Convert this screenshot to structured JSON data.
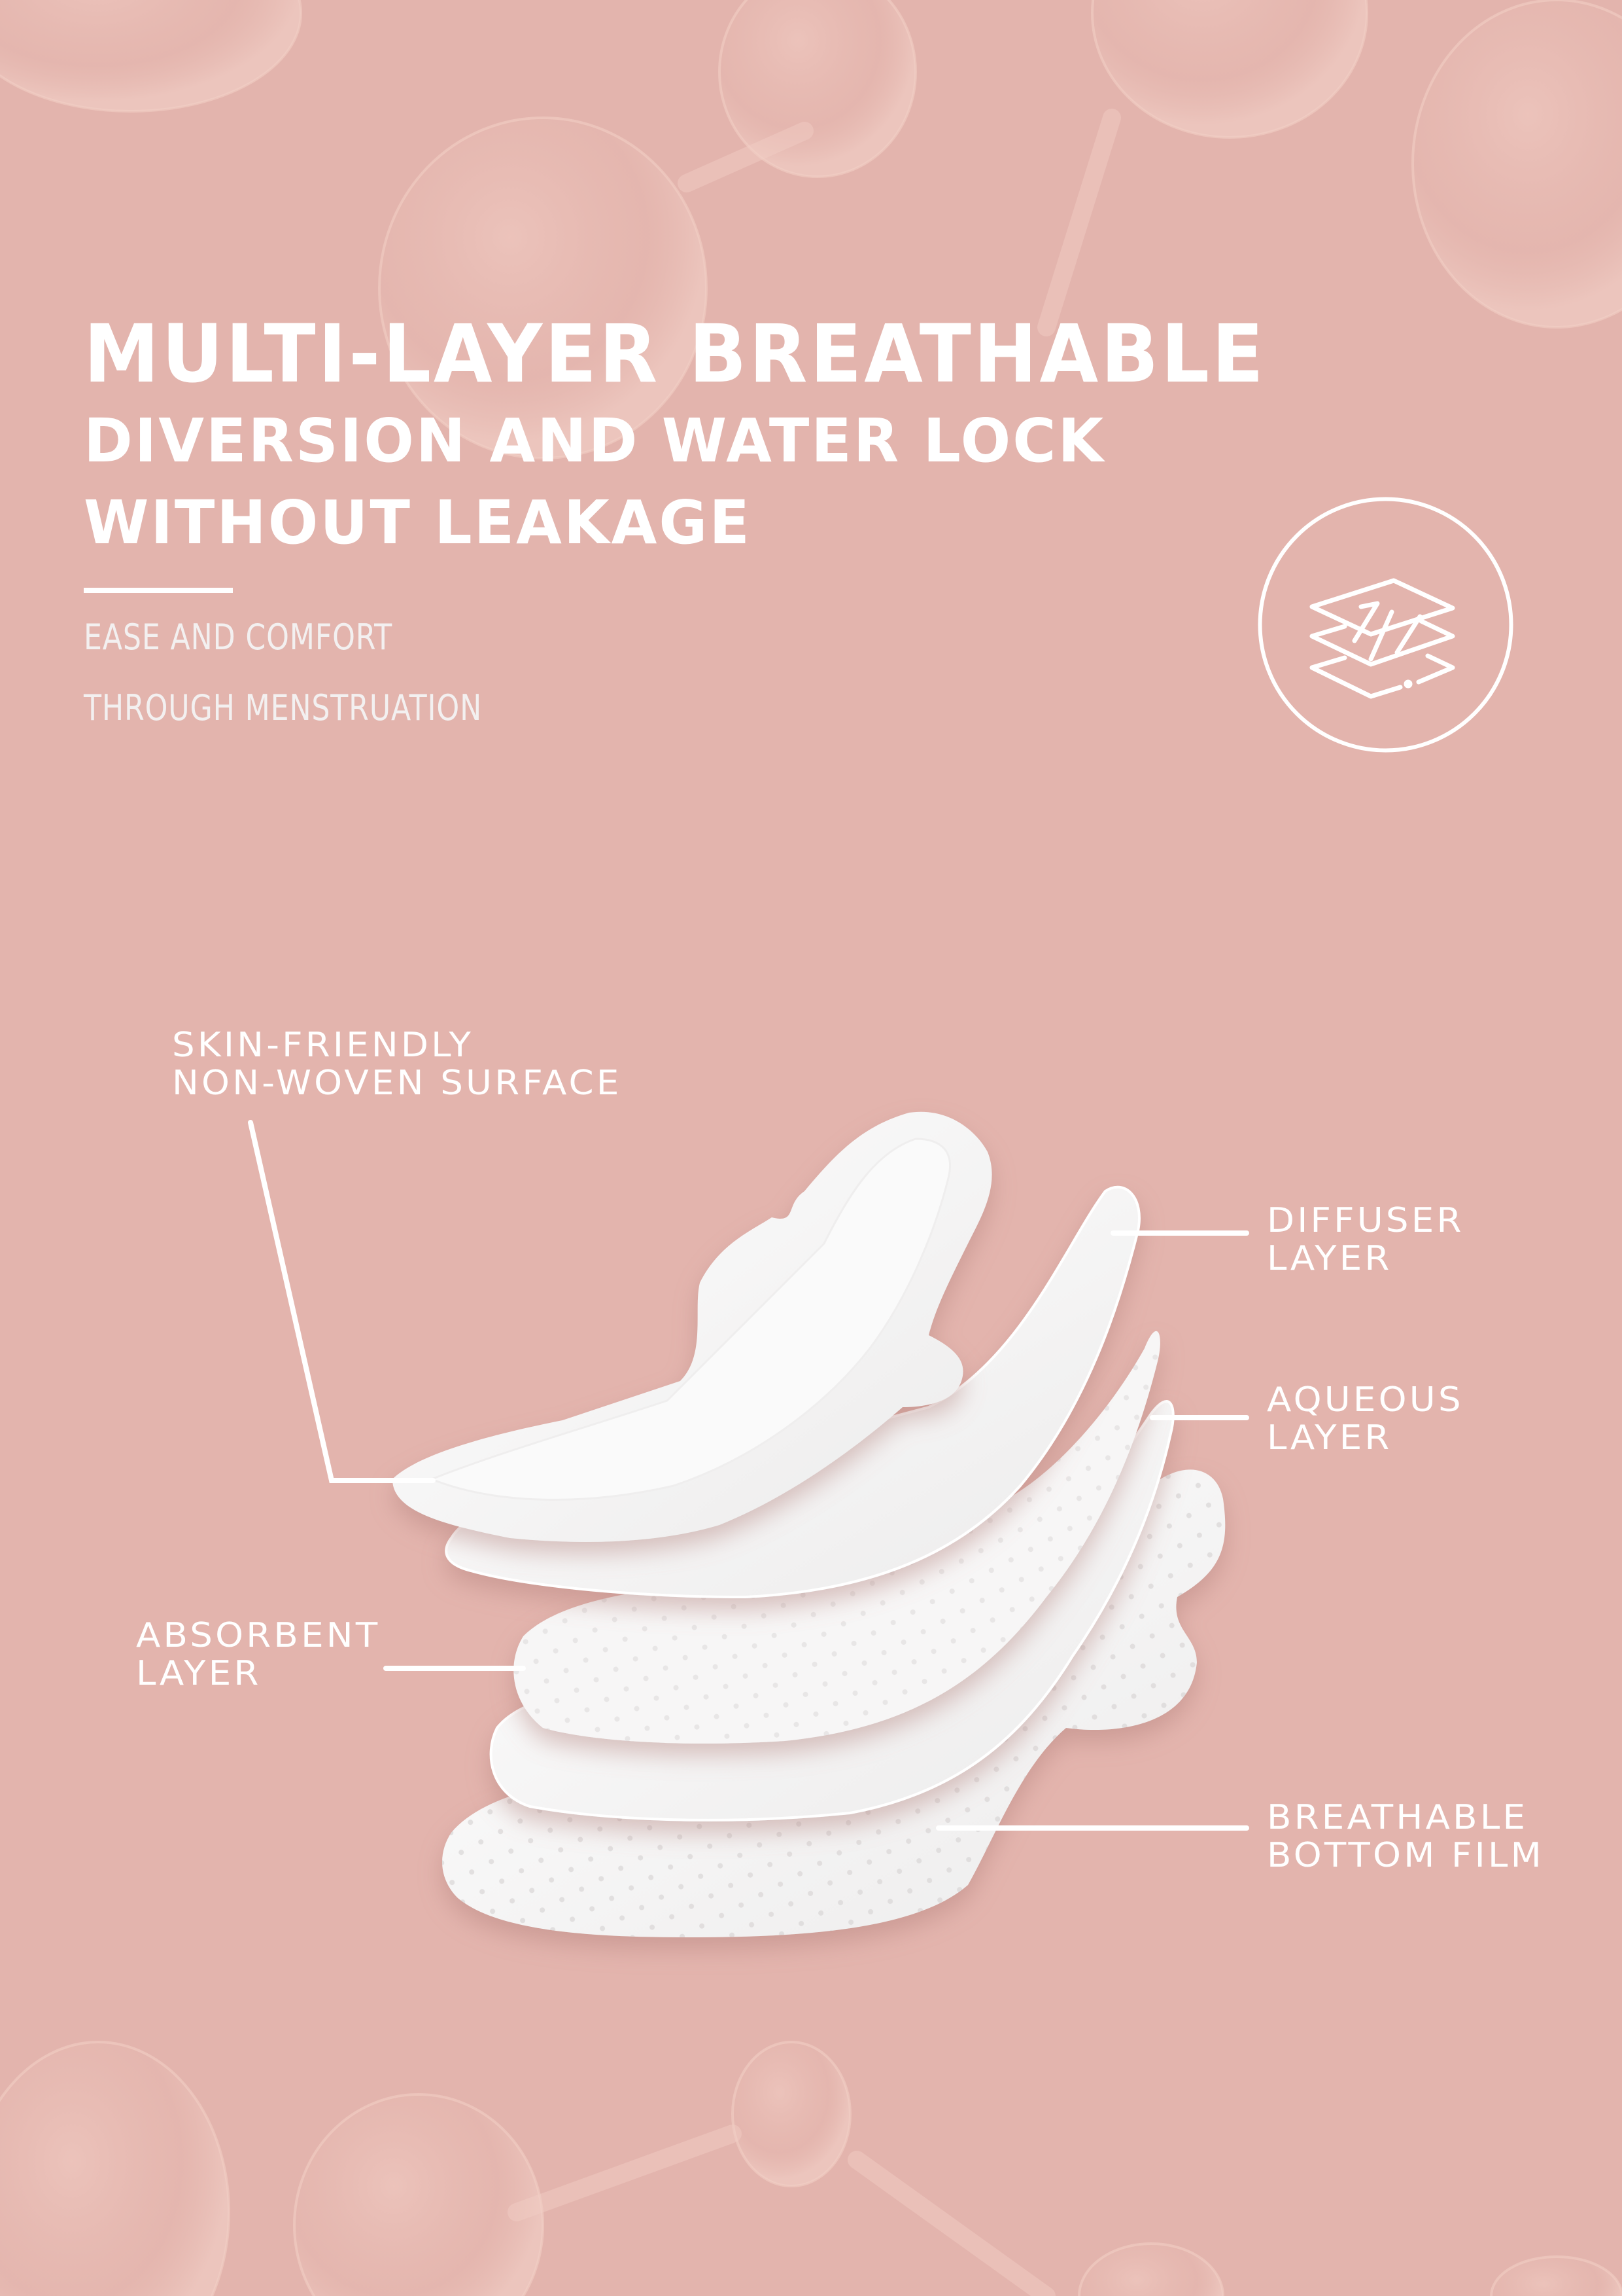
{
  "headline": {
    "line1": "MULTI-LAYER BREATHABLE",
    "line2": "DIVERSION AND WATER LOCK",
    "line3": "WITHOUT LEAKAGE"
  },
  "subheadline": {
    "line1": "EASE AND COMFORT",
    "line2": "THROUGH MENSTRUATION"
  },
  "badge": {
    "icon": "layers-icon"
  },
  "callouts": [
    {
      "id": "skin-friendly",
      "line1": "SKIN-FRIENDLY",
      "line2": "NON-WOVEN SURFACE"
    },
    {
      "id": "diffuser",
      "line1": "DIFFUSER",
      "line2": "LAYER"
    },
    {
      "id": "aqueous",
      "line1": "AQUEOUS",
      "line2": "LAYER"
    },
    {
      "id": "absorbent",
      "line1": "ABSORBENT",
      "line2": "LAYER"
    },
    {
      "id": "bottom-film",
      "line1": "BREATHABLE",
      "line2": "BOTTOM FILM"
    }
  ],
  "colors": {
    "background": "#e3b4ad",
    "text": "#ffffff",
    "pad_white": "#ffffff",
    "pad_shade": "#eceaea"
  }
}
